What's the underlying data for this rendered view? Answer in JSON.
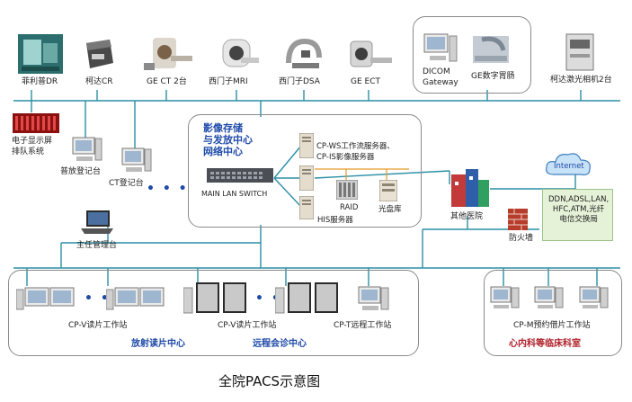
{
  "top_devices": [
    {
      "id": "philips_dr",
      "label": "菲利普DR"
    },
    {
      "id": "kodak_cr",
      "label": "柯达CR"
    },
    {
      "id": "ge_ct",
      "label": "GE CT 2台"
    },
    {
      "id": "siemens_mri",
      "label": "西门子MRI"
    },
    {
      "id": "siemens_dsa",
      "label": "西门子DSA"
    },
    {
      "id": "ge_ect",
      "label": "GE ECT"
    },
    {
      "id": "dicom_gw",
      "label": "DICOM\nGateway"
    },
    {
      "id": "ge_gi",
      "label": "GE数字胃肠"
    },
    {
      "id": "kodak_laser",
      "label": "柯达激光相机2台"
    }
  ],
  "left_nodes": {
    "epaper": "电子显示屏\n排队系统",
    "pufang": "普放登记台",
    "ct_reg": "CT登记台",
    "director": "主任管理台",
    "ellipsis": "• • •"
  },
  "center": {
    "title": "影像存储\n与发放中心\n网络中心",
    "switch": "MAIN  LAN  SWITCH",
    "ws_server": "CP-WS工作流服务器、\nCP-IS影像服务器",
    "raid": "RAID",
    "optical": "光盘库",
    "his": "HIS服务器"
  },
  "right_nodes": {
    "internet": "Internet",
    "telecom": "DDN,ADSL,LAN,\nHFC,ATM,光纤\n电信交换局",
    "other_hosp": "其他医院",
    "firewall": "防火墙"
  },
  "bottom": {
    "cpv1": "CP-V读片工作站",
    "cpv2": "CP-V读片工作站",
    "cpt": "CP-T远程工作站",
    "cpm": "CP-M预约借片工作站",
    "rad_center": "放射读片中心",
    "remote_center": "远程会诊中心",
    "clinic": "心内科等临床科室",
    "ellipsis": "• • •"
  },
  "caption": "全院PACS示意图"
}
